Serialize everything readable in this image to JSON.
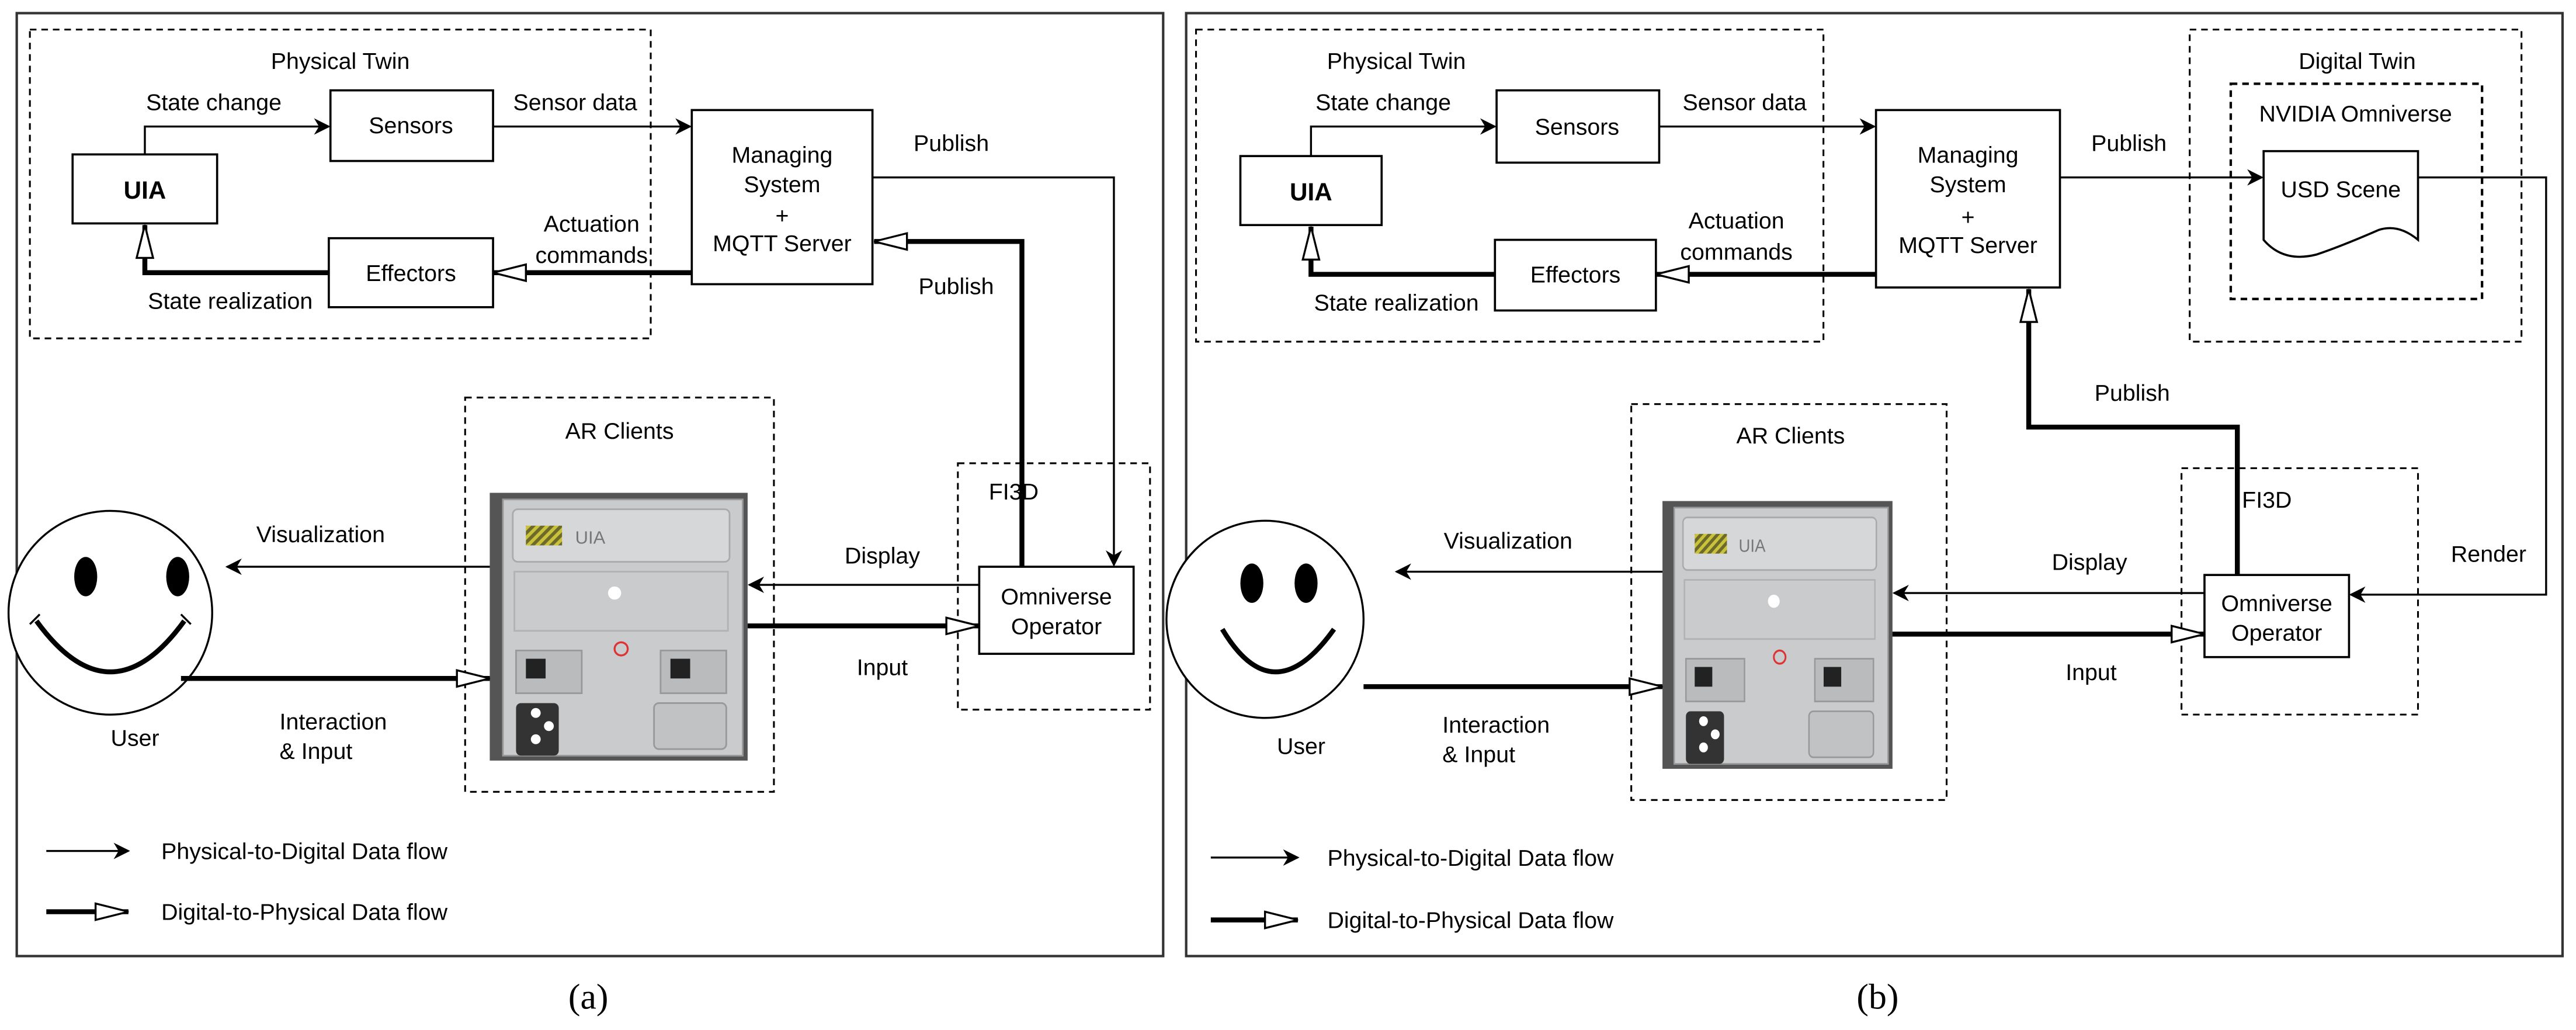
{
  "panels": [
    {
      "caption": "(a)",
      "physical_twin": {
        "title": "Physical Twin",
        "state_change": "State change",
        "sensors": "Sensors",
        "sensor_data": "Sensor data",
        "uia": "UIA",
        "effectors": "Effectors",
        "actuation": [
          "Actuation",
          "commands"
        ],
        "state_realization": "State realization"
      },
      "managing": [
        "Managing",
        "System",
        "+",
        "MQTT Server"
      ],
      "publish_out": "Publish",
      "publish_in": "Publish",
      "fi3d": "FI3D",
      "omniverse": [
        "Omniverse",
        "Operator"
      ],
      "ar_clients": "AR Clients",
      "panel_image_label": "UIA",
      "visualization": "Visualization",
      "display": "Display",
      "input": "Input",
      "interaction": [
        "Interaction",
        "& Input"
      ],
      "user": "User",
      "legend": [
        "Physical-to-Digital Data flow",
        "Digital-to-Physical Data flow"
      ]
    },
    {
      "caption": "(b)",
      "physical_twin": {
        "title": "Physical Twin",
        "state_change": "State change",
        "sensors": "Sensors",
        "sensor_data": "Sensor data",
        "uia": "UIA",
        "effectors": "Effectors",
        "actuation": [
          "Actuation",
          "commands"
        ],
        "state_realization": "State realization"
      },
      "managing": [
        "Managing",
        "System",
        "+",
        "MQTT Server"
      ],
      "publish_out": "Publish",
      "publish_in": "Publish",
      "digital_twin": {
        "title": "Digital Twin",
        "nvidia": "NVIDIA Omniverse",
        "usd_scene": "USD Scene"
      },
      "render": "Render",
      "fi3d": "FI3D",
      "omniverse": [
        "Omniverse",
        "Operator"
      ],
      "ar_clients": "AR Clients",
      "panel_image_label": "UIA",
      "visualization": "Visualization",
      "display": "Display",
      "input": "Input",
      "interaction": [
        "Interaction",
        "& Input"
      ],
      "user": "User",
      "legend": [
        "Physical-to-Digital Data flow",
        "Digital-to-Physical Data flow"
      ]
    }
  ]
}
